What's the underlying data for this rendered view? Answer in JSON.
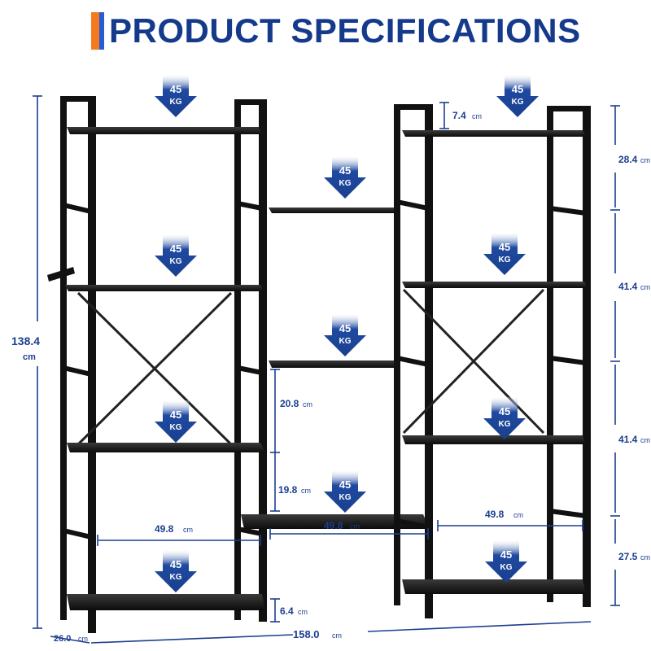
{
  "title": "PRODUCT SPECIFICATIONS",
  "colors": {
    "title": "#153a8c",
    "accent_orange": "#f47a20",
    "accent_blue": "#2a5bd7",
    "dimension": "#1c3f8f",
    "badge": "#1f4aa0",
    "frame": "#111111"
  },
  "load_badges": {
    "value": "45",
    "unit": "KG",
    "count": 11
  },
  "dimensions": {
    "overall_height": {
      "value": "138.4",
      "unit": "cm"
    },
    "overall_width": {
      "value": "158.0",
      "unit": "cm"
    },
    "depth": {
      "value": "26.0",
      "unit": "cm"
    },
    "right_top_clearance": {
      "value": "7.4",
      "unit": "cm"
    },
    "right_gap_1": {
      "value": "28.4",
      "unit": "cm"
    },
    "right_gap_2": {
      "value": "41.4",
      "unit": "cm"
    },
    "right_gap_3": {
      "value": "41.4",
      "unit": "cm"
    },
    "right_gap_4": {
      "value": "27.5",
      "unit": "cm"
    },
    "middle_gap_upper": {
      "value": "20.8",
      "unit": "cm"
    },
    "middle_gap_lower": {
      "value": "19.8",
      "unit": "cm"
    },
    "middle_bottom_clearance": {
      "value": "6.4",
      "unit": "cm"
    },
    "left_shelf_width": {
      "value": "49.8",
      "unit": "cm"
    },
    "middle_shelf_width": {
      "value": "49.8",
      "unit": "cm"
    },
    "right_shelf_width": {
      "value": "49.8",
      "unit": "cm"
    }
  }
}
